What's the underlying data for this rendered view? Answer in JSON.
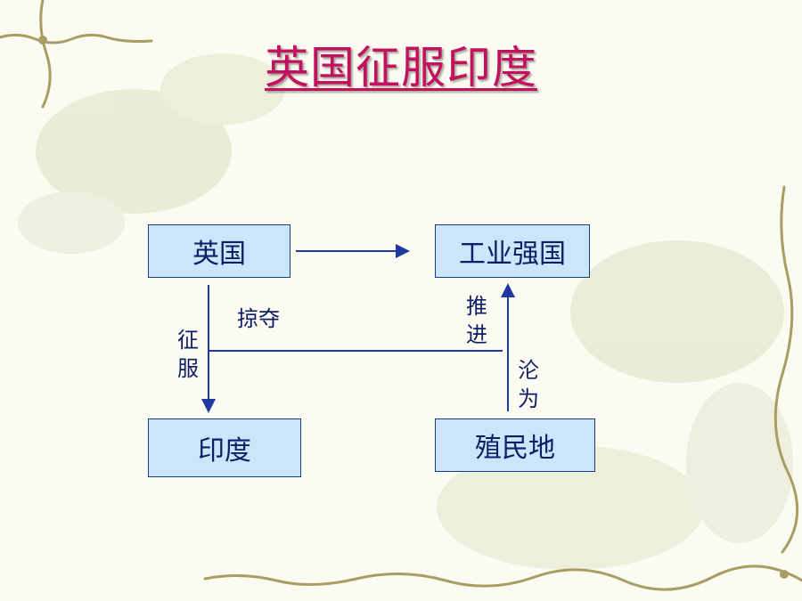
{
  "title": "英国征服印度",
  "nodes": {
    "britain": "英国",
    "power": "工业强国",
    "india": "印度",
    "colony": "殖民地"
  },
  "edges": {
    "plunder": "掠夺",
    "conquer": [
      "征",
      "服"
    ],
    "promote": [
      "推",
      "进"
    ],
    "reduce_to": [
      "沦",
      "为"
    ]
  },
  "colors": {
    "title": "#c2125e",
    "box_fill": "#cbe6fb",
    "arrow": "#1e3aa0",
    "text": "#0e1d66"
  }
}
